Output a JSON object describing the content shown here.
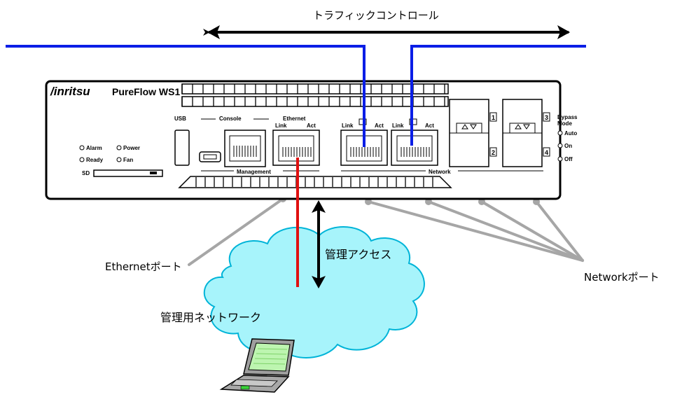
{
  "labels": {
    "traffic_control": "トラフィックコントロール",
    "ethernet_port": "Ethernetポート",
    "network_port": "Networkポート",
    "management_access": "管理アクセス",
    "management_network": "管理用ネットワーク"
  },
  "device": {
    "brand": "/inritsu",
    "model": "PureFlow WS1",
    "usb": "USB",
    "console": "Console",
    "ethernet": "Ethernet",
    "management": "Management",
    "network": "Network",
    "link": "Link",
    "act": "Act",
    "sd": "SD",
    "status_leds": [
      "Alarm",
      "Power",
      "Ready",
      "Fan"
    ],
    "bypass_title": [
      "Bypass",
      "Mode"
    ],
    "bypass_modes": [
      "Auto",
      "On",
      "Off"
    ],
    "port_numbers": [
      "1",
      "2",
      "3",
      "4"
    ]
  },
  "colors": {
    "traffic_line": "#0a1ee6",
    "management_line": "#e01010",
    "pointer_lines": "#a6a6a6",
    "cloud_fill": "#a7f4fb",
    "cloud_stroke": "#00b4d8",
    "arrow": "#000000"
  }
}
